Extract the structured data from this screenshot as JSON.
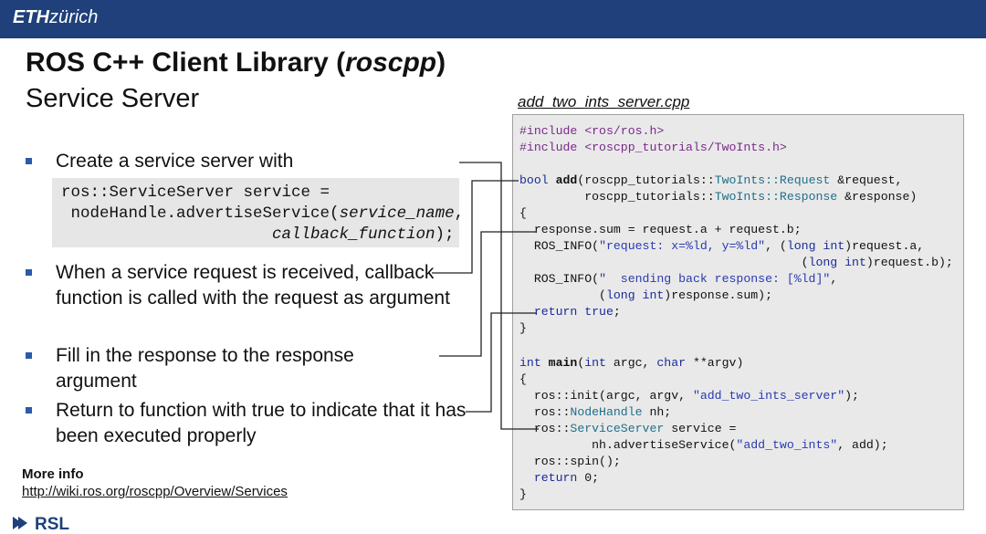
{
  "header": {
    "logo_bold": "ETH",
    "logo_italic": "zürich"
  },
  "slide": {
    "title_main": "ROS C++ Client Library (",
    "title_lib": "roscpp",
    "title_close": ")",
    "subtitle": "Service Server",
    "file_label": "add_two_ints_server.cpp"
  },
  "bullets": [
    {
      "text": "Create a service server with"
    },
    {
      "text": "When a service request is received, callback function is called with the request as argument"
    },
    {
      "text": "Fill in the response to the response argument"
    },
    {
      "text": "Return to function with true to indicate that it has been executed properly"
    }
  ],
  "code_snippet": {
    "line1": "ros::ServiceServer service =",
    "line2a": " nodeHandle.advertiseService(",
    "line2b": "service_name",
    "line2c": ",",
    "line3a": "callback_function",
    "line3b": ");"
  },
  "code": {
    "l1a": "#include ",
    "l1b": "<ros/ros.h>",
    "l2a": "#include ",
    "l2b": "<roscpp_tutorials/TwoInts.h>",
    "l4a": "bool ",
    "l4b": "add",
    "l4c": "(roscpp_tutorials::",
    "l4d": "TwoInts::Request",
    "l4e": " &request,",
    "l5a": "         roscpp_tutorials::",
    "l5b": "TwoInts::Response",
    "l5c": " &response)",
    "l6": "{",
    "l7": "  response.sum = request.a + request.b;",
    "l8a": "  ROS_INFO(",
    "l8b": "\"request: x=%ld, y=%ld\"",
    "l8c": ", (",
    "l8d": "long int",
    "l8e": ")request.a,",
    "l9a": "                                       (",
    "l9b": "long int",
    "l9c": ")request.b);",
    "l10a": "  ROS_INFO(",
    "l10b": "\"  sending back response: [%ld]\"",
    "l10c": ",",
    "l11a": "           (",
    "l11b": "long int",
    "l11c": ")response.sum);",
    "l12a": "  ",
    "l12b": "return true",
    "l12c": ";",
    "l13": "}",
    "l15a": "int ",
    "l15b": "main",
    "l15c": "(",
    "l15d": "int",
    "l15e": " argc, ",
    "l15f": "char",
    "l15g": " **argv)",
    "l16": "{",
    "l17a": "  ros::init(argc, argv, ",
    "l17b": "\"add_two_ints_server\"",
    "l17c": ");",
    "l18a": "  ros::",
    "l18b": "NodeHandle",
    "l18c": " nh;",
    "l19a": "  ros::",
    "l19b": "ServiceServer",
    "l19c": " service =",
    "l20a": "          nh.advertiseService(",
    "l20b": "\"add_two_ints\"",
    "l20c": ", add);",
    "l21": "  ros::spin();",
    "l22a": "  ",
    "l22b": "return",
    "l22c": " 0;",
    "l23": "}"
  },
  "footer": {
    "more_info": "More info",
    "link": "http://wiki.ros.org/roscpp/Overview/Services",
    "logo_text": "RSL"
  },
  "colors": {
    "header_bar": "#1f407a",
    "bullet": "#2a5ba8",
    "code_bg": "#e9e9e9"
  }
}
